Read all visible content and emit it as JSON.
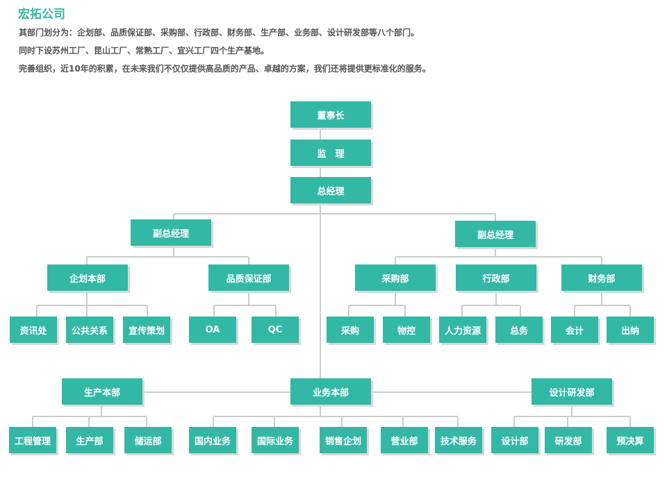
{
  "header": {
    "title": "宏拓公司",
    "lines": [
      "其部门划分为：企划部、品质保证部、采购部、行政部、财务部、生产部、业务部、设计研发部等八个部门。",
      "同时下设苏州工厂、昆山工厂、常熟工厂、宜兴工厂四个生产基地。",
      "完善组织，近10年的积累，在未来我们不仅仅提供高品质的产品、卓越的方案，我们还将提供更标准化的服务。"
    ]
  },
  "colors": {
    "accent": "#33b8a6",
    "title": "#35b9a4",
    "connector": "#cccccc"
  },
  "org": {
    "chairman": "董事长",
    "supervisor": "监　理",
    "gm": "总经理",
    "vgm_left": "副总经理",
    "vgm_right": "副总经理",
    "planning": {
      "name": "企划本部",
      "children": [
        "资讯处",
        "公共关系",
        "宣传策划"
      ]
    },
    "quality": {
      "name": "品质保证部",
      "children": [
        "OA",
        "QC"
      ]
    },
    "purchasing": {
      "name": "采购部",
      "children": [
        "采购",
        "物控"
      ]
    },
    "admin": {
      "name": "行政部",
      "children": [
        "人力资源",
        "总务"
      ]
    },
    "finance": {
      "name": "财务部",
      "children": [
        "会计",
        "出纳"
      ]
    },
    "production": {
      "name": "生产本部",
      "children": [
        "工程管理",
        "生产部",
        "储运部"
      ]
    },
    "business": {
      "name": "业务本部",
      "children": [
        "国内业务",
        "国际业务",
        "销售企划",
        "营业部",
        "技术服务"
      ]
    },
    "design": {
      "name": "设计研发部",
      "children": [
        "设计部",
        "研发部",
        "预决算"
      ]
    }
  }
}
